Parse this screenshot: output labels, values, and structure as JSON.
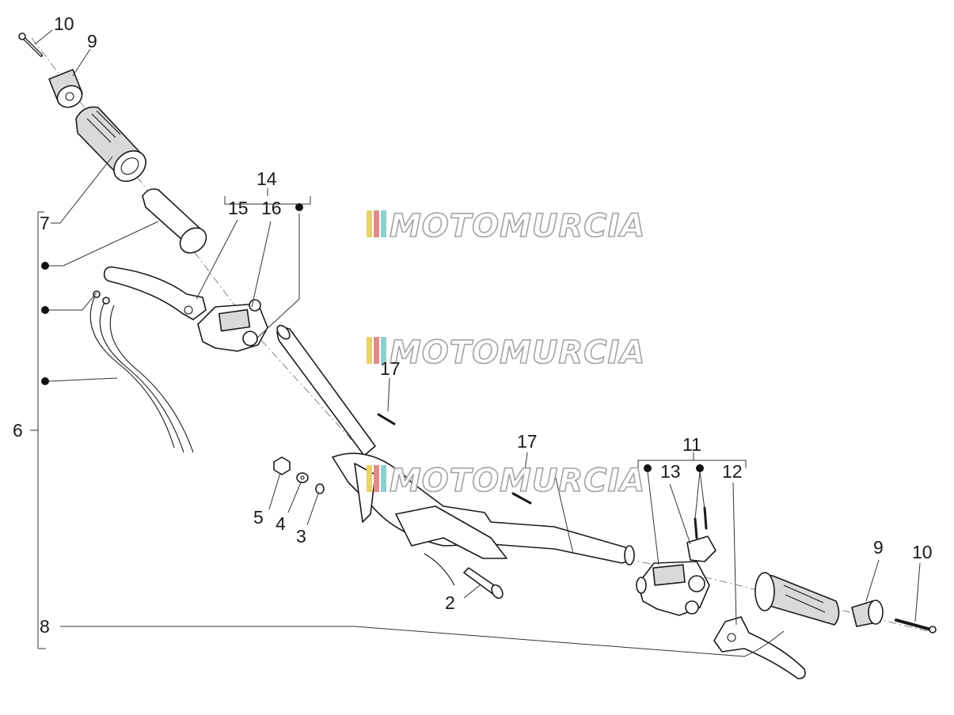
{
  "callouts": {
    "c10_top": "10",
    "c9_top": "9",
    "c7": "7",
    "c14": "14",
    "c15": "15",
    "c16": "16",
    "c6": "6",
    "c17_a": "17",
    "c17_b": "17",
    "c11": "11",
    "c13": "13",
    "c12": "12",
    "c5": "5",
    "c4": "4",
    "c3": "3",
    "c2": "2",
    "c9_right": "9",
    "c10_right": "10",
    "c8": "8"
  },
  "watermark": {
    "text": "MOTOMURCIA",
    "stripe_colors": [
      "#e8d36a",
      "#e48a8a",
      "#8fcfcf"
    ]
  }
}
